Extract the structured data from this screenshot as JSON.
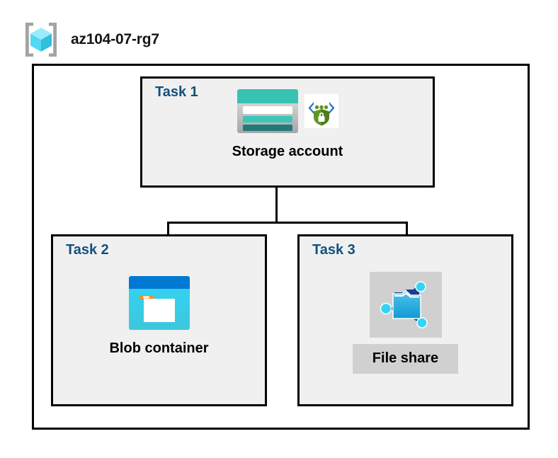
{
  "header": {
    "icon": "resource-group-icon",
    "title": "az104-07-rg7"
  },
  "diagram": {
    "type": "azure-architecture",
    "container_label": "resource-group-boundary",
    "tasks": [
      {
        "id": "task1",
        "label": "Task 1",
        "node_caption": "Storage account",
        "icons": [
          "storage-account-icon",
          "secure-transfer-icon"
        ],
        "highlighted": false
      },
      {
        "id": "task2",
        "label": "Task 2",
        "node_caption": "Blob container",
        "icons": [
          "blob-container-icon"
        ],
        "highlighted": false
      },
      {
        "id": "task3",
        "label": "Task 3",
        "node_caption": "File share",
        "icons": [
          "file-share-icon"
        ],
        "highlighted": true
      }
    ],
    "connections": [
      {
        "from": "task1",
        "to": "task2"
      },
      {
        "from": "task1",
        "to": "task3"
      }
    ]
  },
  "colors": {
    "task_label": "#12507e",
    "panel_fill": "#f0f0f0",
    "outline": "#000000",
    "highlight": "#d0d0d0",
    "azure_blue": "#0078d4",
    "cyan": "#32bedd",
    "teal": "#37c2b1",
    "teal_dark": "#258277",
    "green": "#5e9624",
    "orange": "#f78d1e"
  }
}
